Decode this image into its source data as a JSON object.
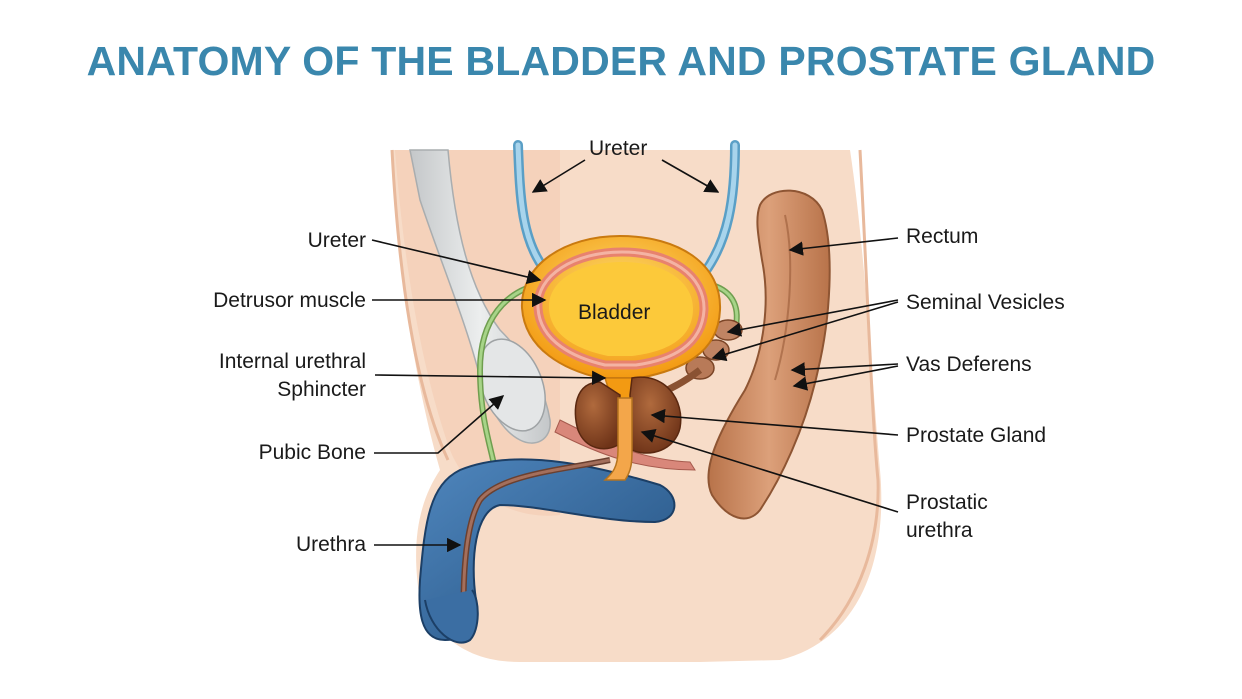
{
  "title": "ANATOMY OF THE BLADDER AND PROSTATE GLAND",
  "labels": {
    "ureter_top": "Ureter",
    "ureter_left": "Ureter",
    "detrusor": "Detrusor muscle",
    "internal_sphincter_1": "Internal urethral",
    "internal_sphincter_2": "Sphincter",
    "pubic_bone": "Pubic Bone",
    "urethra": "Urethra",
    "rectum": "Rectum",
    "seminal_vesicles": "Seminal Vesicles",
    "vas_deferens": "Vas Deferens",
    "prostate_gland": "Prostate Gland",
    "prostatic_urethra_1": "Prostatic",
    "prostatic_urethra_2": "urethra",
    "bladder": "Bladder"
  },
  "colors": {
    "title": "#3a87ad",
    "skin": "#f7d9c4",
    "bladder": "#f7a51c",
    "bladder_inner": "#fccb2e",
    "detrusor": "#e8826e",
    "prostate": "#8b4a2a",
    "penis": "#2f5f8f",
    "rectum": "#c98556",
    "vas_deferens": "#8dc06a",
    "ureter": "#8fc3df",
    "bone": "#d6d8d9"
  }
}
